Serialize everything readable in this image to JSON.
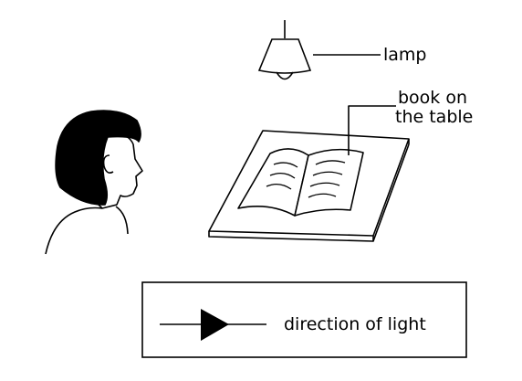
{
  "labels": {
    "lamp": "lamp",
    "book_line1": "book on",
    "book_line2": "the table"
  },
  "legend": {
    "arrow_label": "direction of light"
  },
  "colors": {
    "ink": "#000000",
    "background": "#ffffff"
  }
}
